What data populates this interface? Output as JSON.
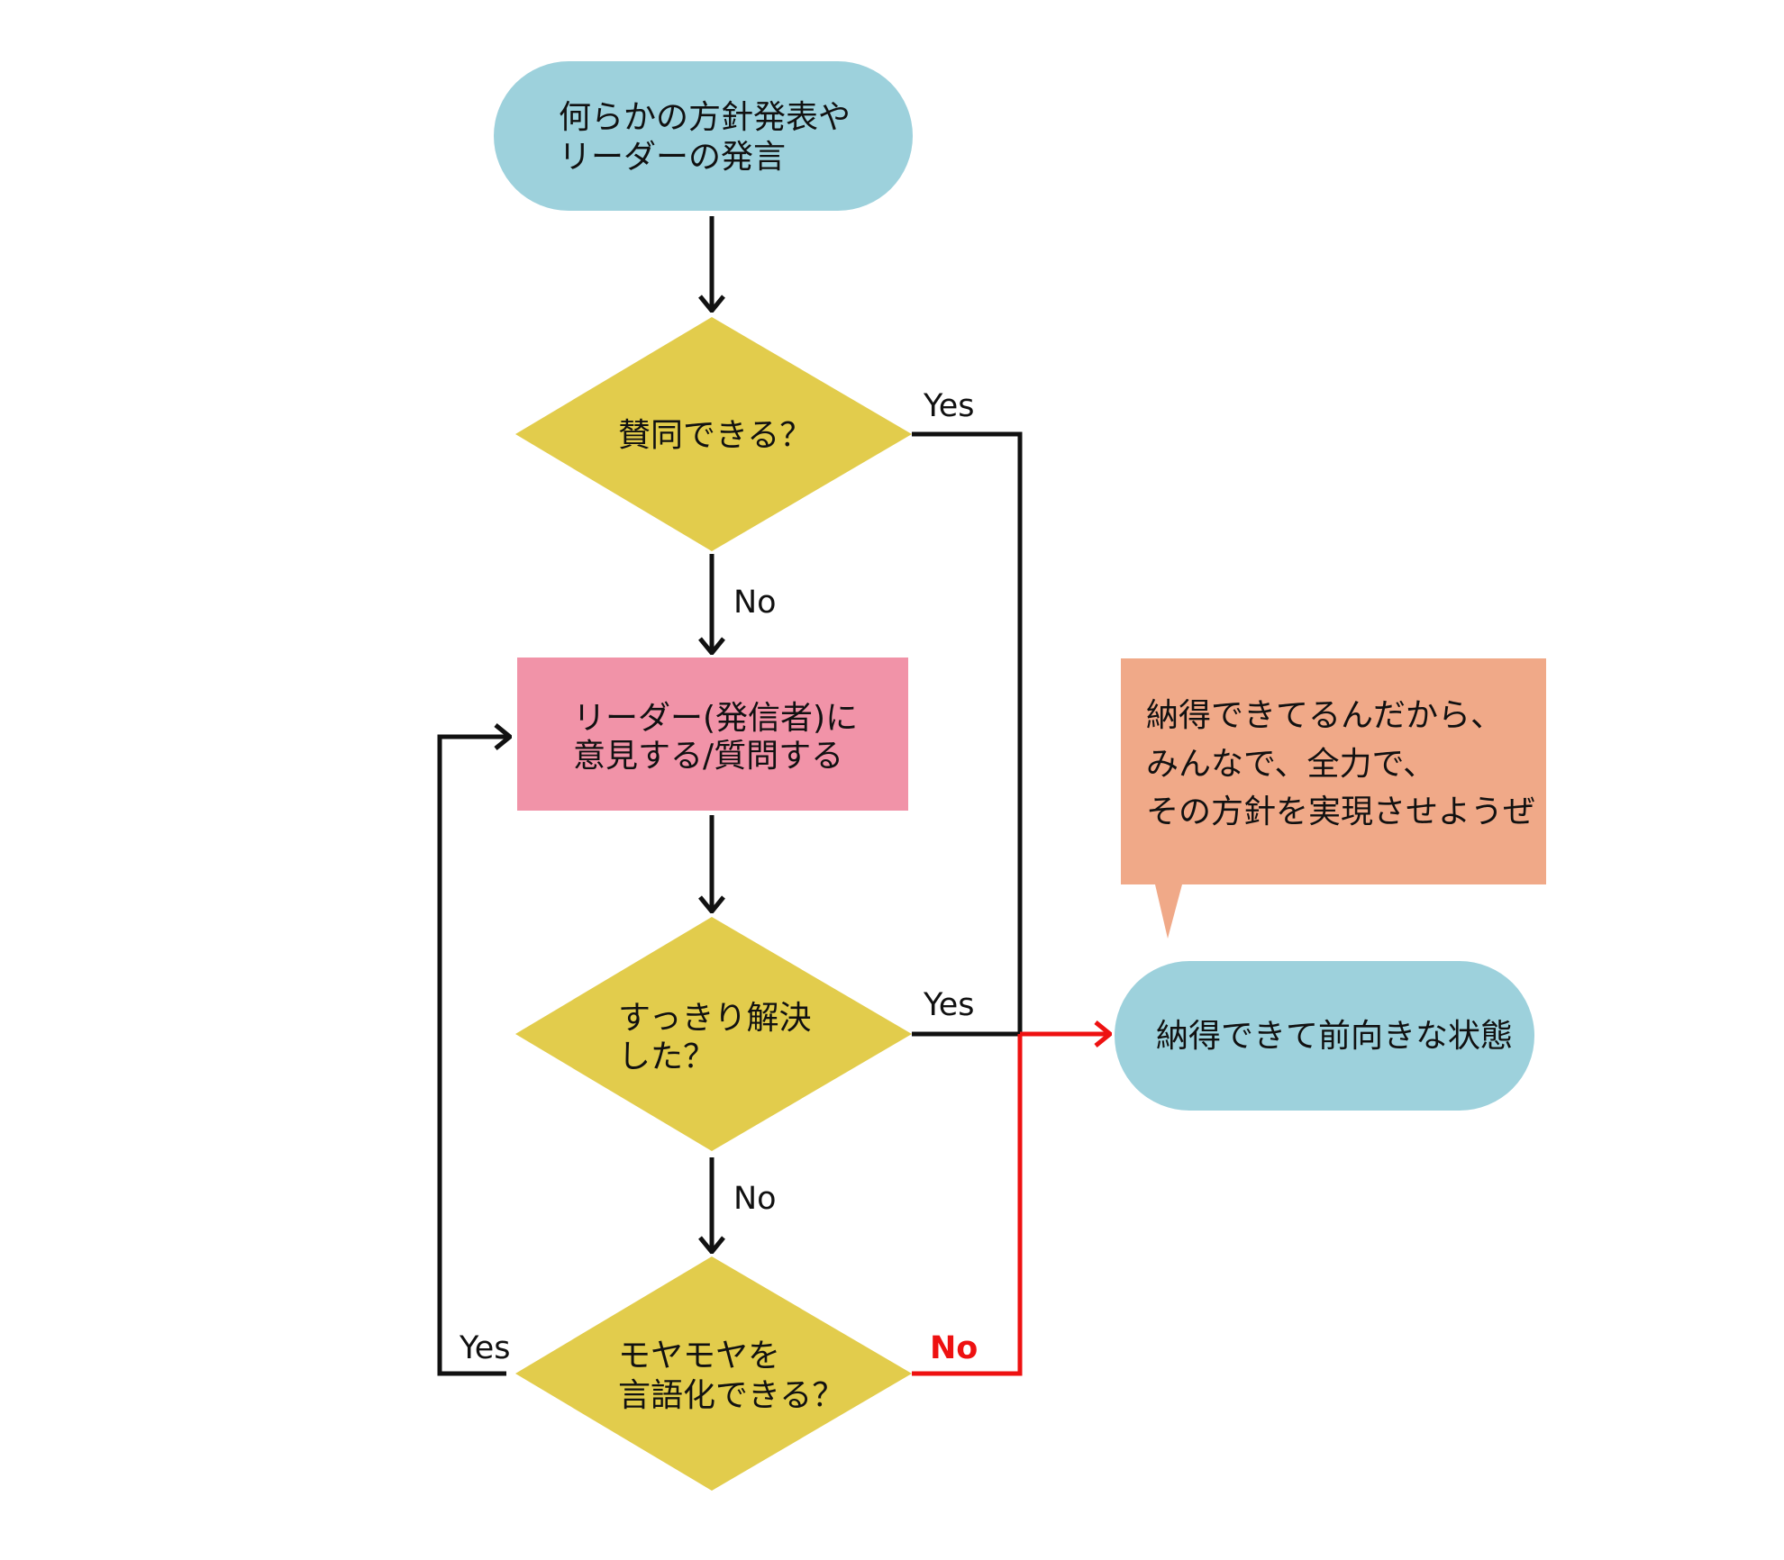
{
  "colors": {
    "terminal": "#9dd1dc",
    "decision": "#e2cc4c",
    "process": "#f193a8",
    "callout": "#f0a988",
    "line": "#111111",
    "highlight": "#ee1111",
    "background": "#ffffff"
  },
  "nodes": {
    "start": {
      "line1": "何らかの方針発表や",
      "line2": "リーダーの発言"
    },
    "agree": {
      "line1": "賛同できる？"
    },
    "speak": {
      "line1": "リーダー(発信者)に",
      "line2": "意見する/質問する"
    },
    "resolved": {
      "line1": "すっきり解決",
      "line2": "した？"
    },
    "verbalize": {
      "line1": "モヤモヤを",
      "line2": "言語化できる？"
    },
    "goal": {
      "line1": "納得できて前向きな状態"
    }
  },
  "callout": {
    "line1": "納得できてるんだから、",
    "line2": "みんなで、全力で、",
    "line3": "その方針を実現させようぜ"
  },
  "edges": {
    "agree_yes": "Yes",
    "agree_no": "No",
    "resolved_yes": "Yes",
    "resolved_no": "No",
    "verbalize_yes": "Yes",
    "verbalize_no": "No"
  }
}
